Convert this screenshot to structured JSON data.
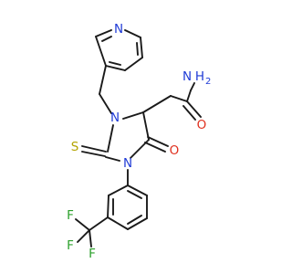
{
  "molecule": {
    "colors": {
      "bond": "#1a1a1a",
      "nitrogen": "#1f3bd6",
      "oxygen": "#e0301e",
      "sulfur": "#b3a300",
      "fluorine": "#2aa02a"
    },
    "labels": {
      "pyridine_n": "N",
      "amide_n": "N",
      "amide_h1": "H",
      "amide_h2": "2",
      "amide_o": "O",
      "ring_n3": "N",
      "ring_n1": "N",
      "thione_s": "S",
      "keto_o": "O",
      "f_top": "F",
      "f_left": "F",
      "f_bottom": "F"
    }
  }
}
